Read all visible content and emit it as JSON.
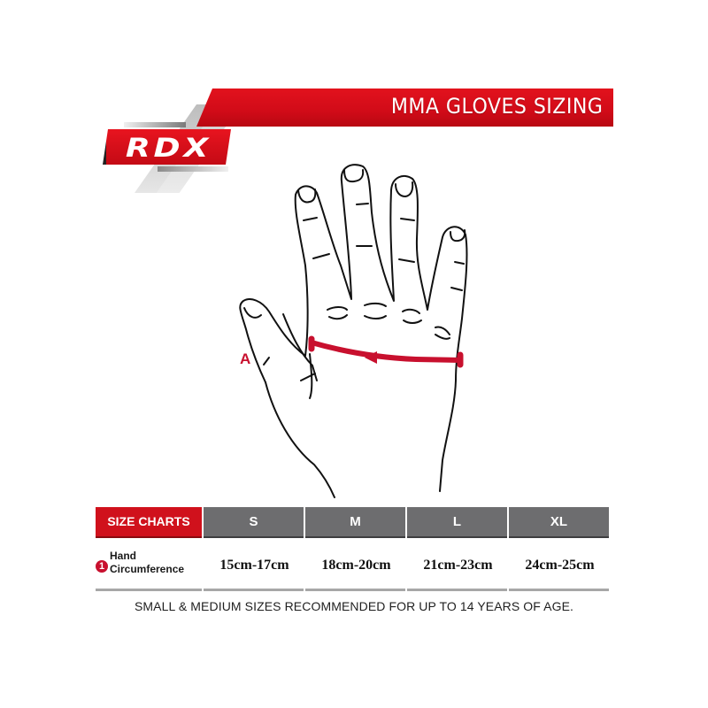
{
  "brand": {
    "logo_text": "RDX",
    "colors": {
      "red": "#d0111c",
      "gray_header": "#6d6d6f",
      "rule": "#a7a7a7",
      "ink": "#111111"
    }
  },
  "header": {
    "title": "MMA GLOVES SIZING"
  },
  "diagram": {
    "measure_label": "A",
    "description": "Hand outline with red arrow measuring circumference across palm",
    "icons": [
      "hand-outline-icon",
      "measurement-arrow-icon"
    ]
  },
  "table": {
    "header_label": "SIZE CHARTS",
    "sizes": [
      "S",
      "M",
      "L",
      "XL"
    ],
    "rows": [
      {
        "number": "1",
        "label_line1": "Hand",
        "label_line2": "Circumference",
        "values": [
          "15cm-17cm",
          "18cm-20cm",
          "21cm-23cm",
          "24cm-25cm"
        ]
      }
    ]
  },
  "footer": {
    "note": "SMALL & MEDIUM SIZES RECOMMENDED FOR UP TO 14 YEARS OF AGE."
  }
}
